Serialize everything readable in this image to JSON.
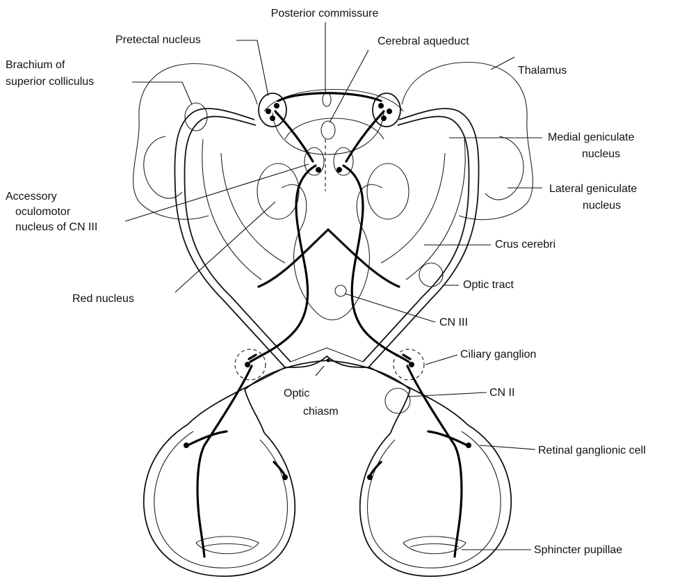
{
  "labels": {
    "posterior_commissure": "Posterior commissure",
    "pretectal_nucleus": "Pretectal nucleus",
    "cerebral_aqueduct": "Cerebral aqueduct",
    "brachium_line1": "Brachium of",
    "brachium_line2": "superior colliculus",
    "thalamus": "Thalamus",
    "medial_geniculate_line1": "Medial geniculate",
    "medial_geniculate_line2": "nucleus",
    "accessory_line1": "Accessory",
    "accessory_line2": "oculomotor",
    "accessory_line3": "nucleus of CN III",
    "lateral_geniculate_line1": "Lateral geniculate",
    "lateral_geniculate_line2": "nucleus",
    "crus_cerebri": "Crus cerebri",
    "red_nucleus": "Red nucleus",
    "optic_tract": "Optic tract",
    "cn_iii": "CN III",
    "ciliary_ganglion": "Ciliary ganglion",
    "cn_ii": "CN II",
    "optic_chiasm_line1": "Optic",
    "optic_chiasm_line2": "chiasm",
    "retinal_ganglionic_cell": "Retinal ganglionic cell",
    "sphincter_pupillae": "Sphincter pupillae"
  }
}
